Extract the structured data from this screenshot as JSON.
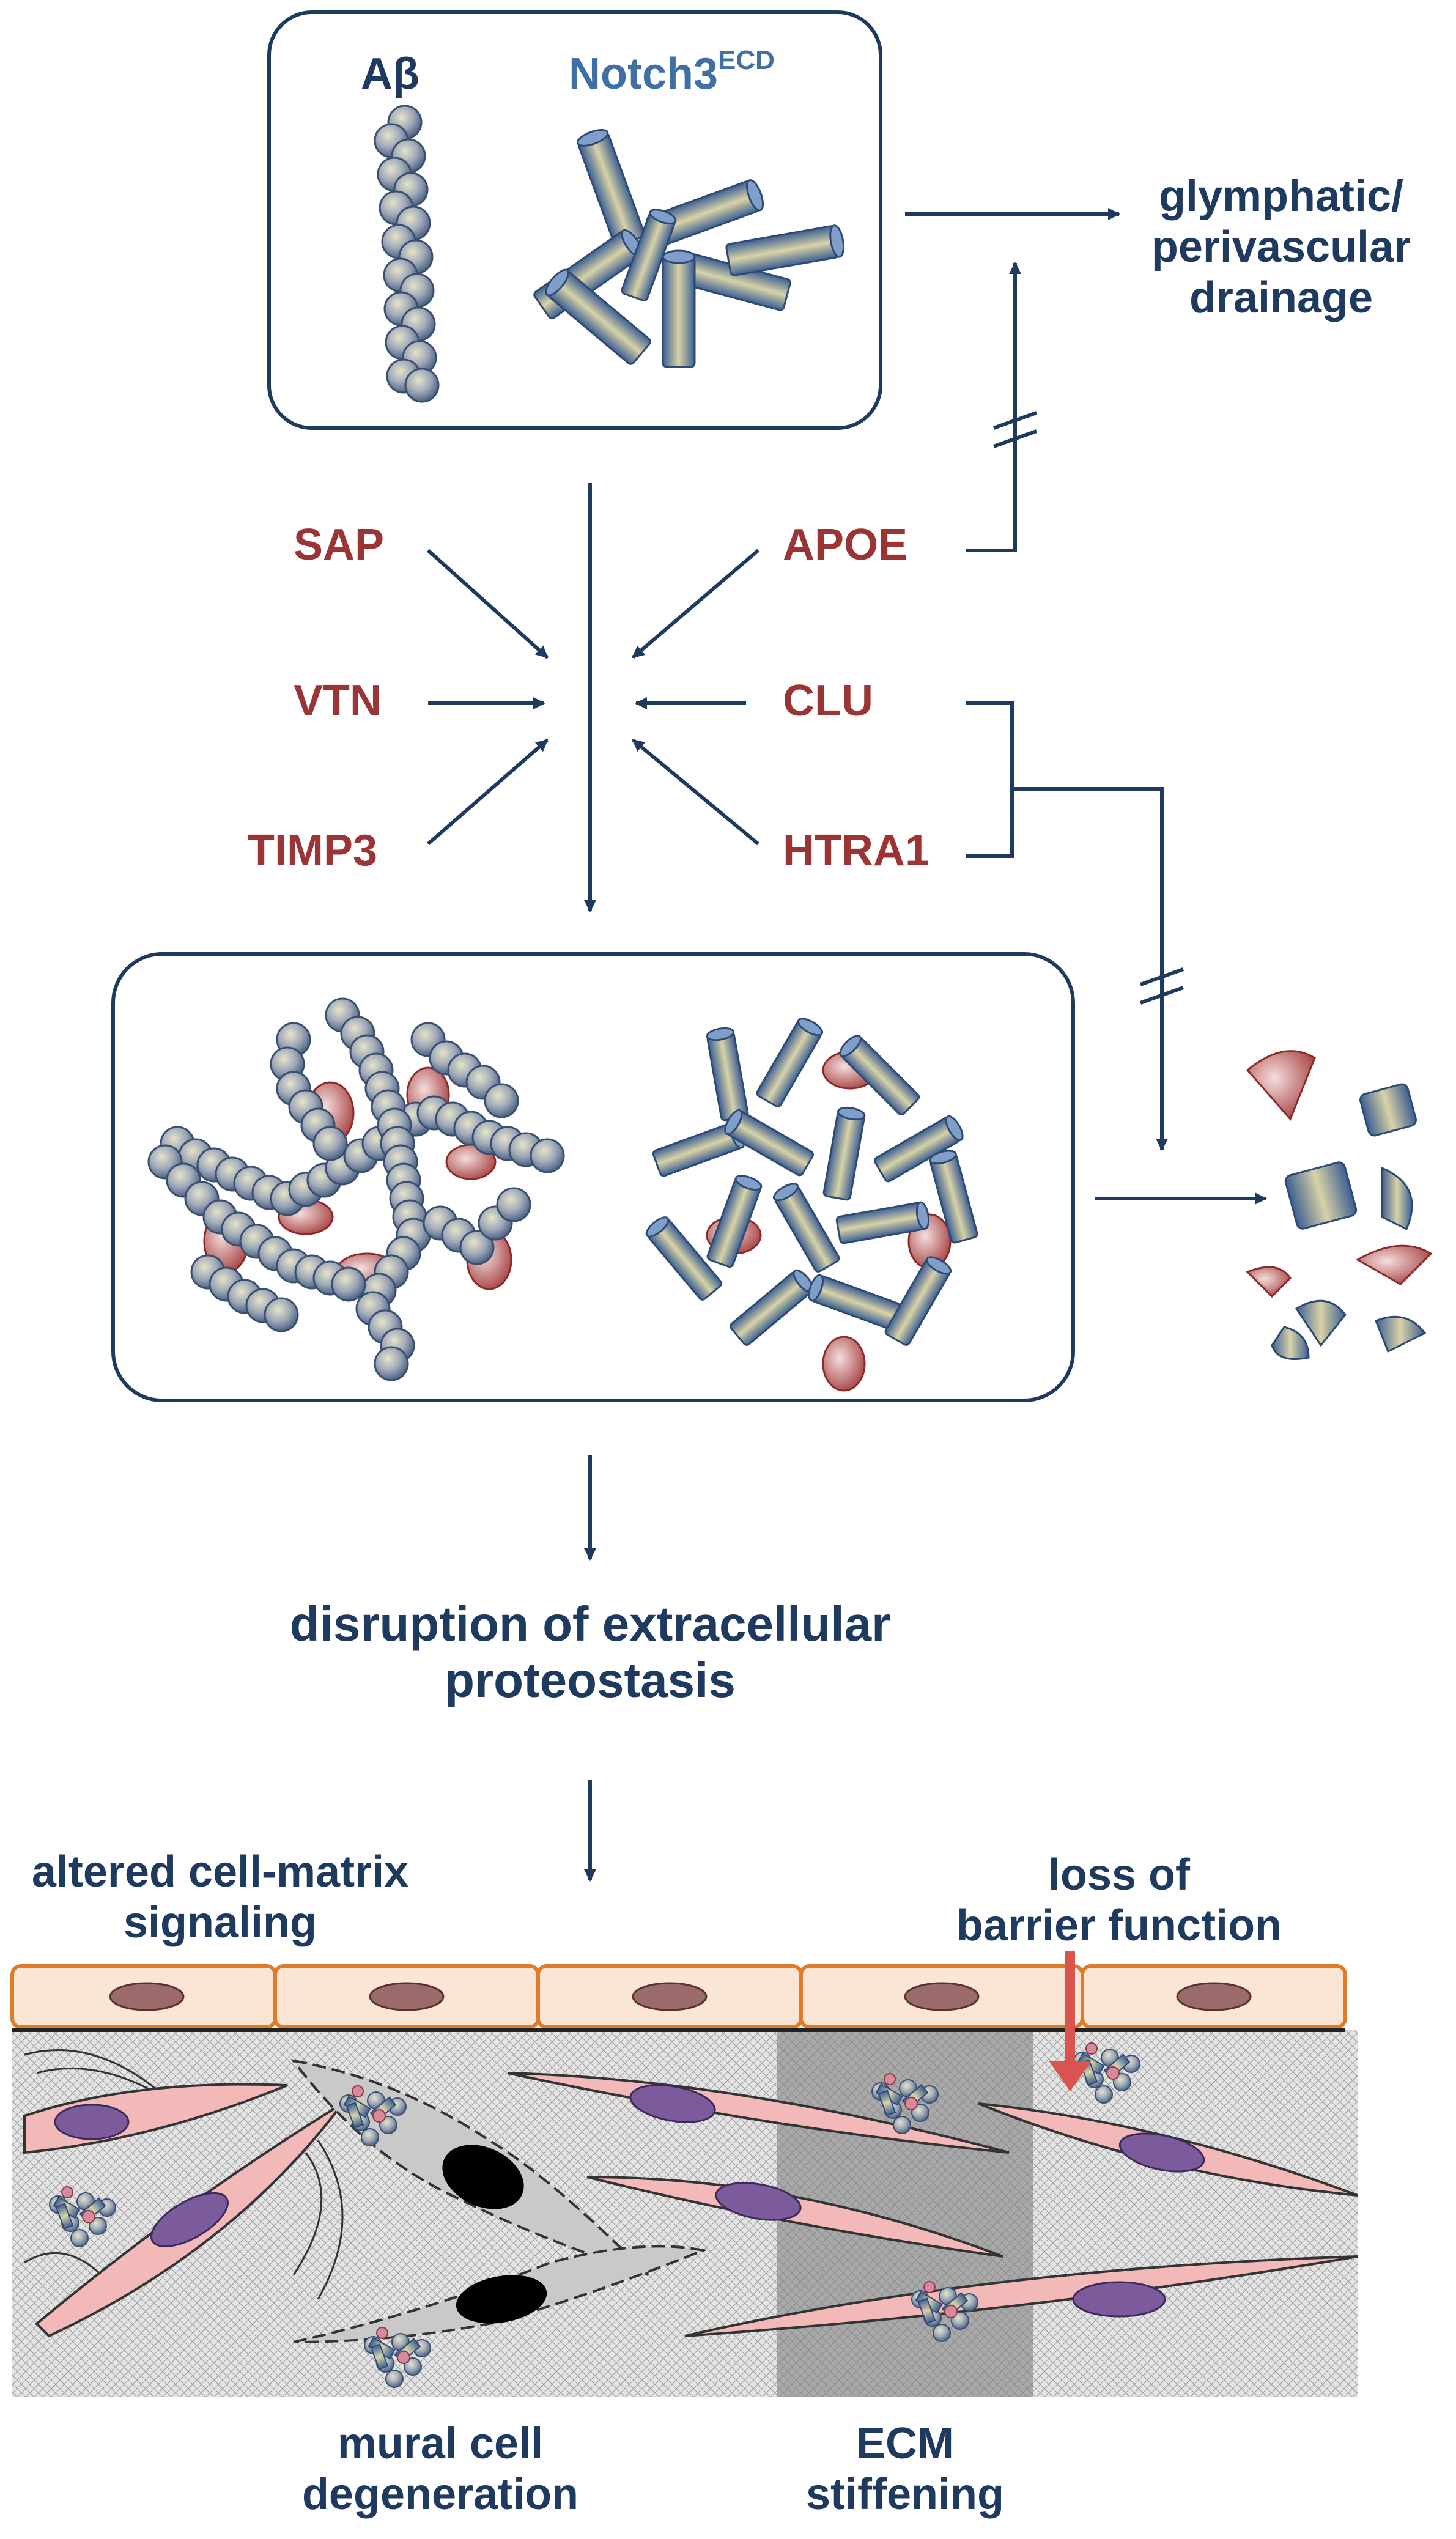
{
  "top_box": {
    "abeta_label": "Aβ",
    "notch3_label": "Notch3",
    "notch3_superscript": "ECD"
  },
  "drainage": {
    "line1": "glymphatic/",
    "line2": "perivascular",
    "line3": "drainage"
  },
  "factors_left": [
    "SAP",
    "VTN",
    "TIMP3"
  ],
  "factors_right": [
    "APOE",
    "CLU",
    "HTRA1"
  ],
  "outcome": {
    "line1": "disruption of extracellular",
    "line2": "proteostasis"
  },
  "tissue_labels": {
    "signaling_line1": "altered cell-matrix",
    "signaling_line2": "signaling",
    "barrier_line1": "loss of",
    "barrier_line2": "barrier function",
    "mural_line1": "mural cell",
    "mural_line2": "degeneration",
    "ecm_line1": "ECM",
    "ecm_line2": "stiffening"
  },
  "colors": {
    "navy": "#1f3a5f",
    "factor_red": "#9b3535",
    "notch_blue": "#3f6fa3",
    "endothelial_orange": "#e07b2a",
    "smooth_muscle_pink": "#f3b8b8",
    "barrier_arrow": "#d9534f"
  }
}
